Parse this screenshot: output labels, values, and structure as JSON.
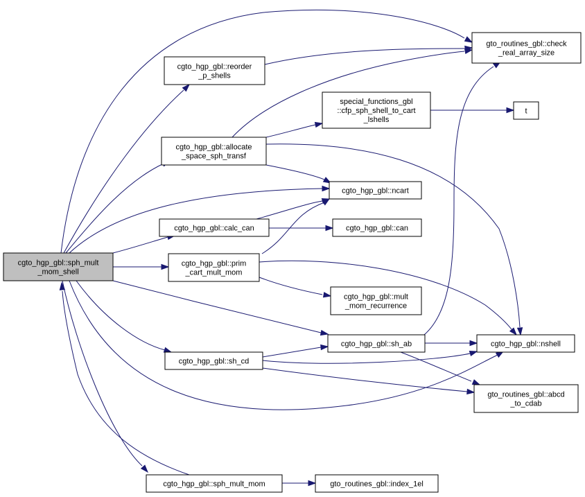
{
  "nodes": {
    "sph_mult_mom_shell": [
      "cgto_hgp_gbl::sph_mult",
      "_mom_shell"
    ],
    "reorder_p_shells": [
      "cgto_hgp_gbl::reorder",
      "_p_shells"
    ],
    "allocate_space": [
      "cgto_hgp_gbl::allocate",
      "_space_sph_transf"
    ],
    "calc_can": [
      "cgto_hgp_gbl::calc_can"
    ],
    "prim_cart_mult_mom": [
      "cgto_hgp_gbl::prim",
      "_cart_mult_mom"
    ],
    "sh_cd": [
      "cgto_hgp_gbl::sh_cd"
    ],
    "sph_mult_mom": [
      "cgto_hgp_gbl::sph_mult_mom"
    ],
    "check_real_array_size": [
      "gto_routines_gbl::check",
      "_real_array_size"
    ],
    "cfp_sph_shell": [
      "special_functions_gbl",
      "::cfp_sph_shell_to_cart",
      "_lshells"
    ],
    "t": [
      "t"
    ],
    "ncart": [
      "cgto_hgp_gbl::ncart"
    ],
    "can": [
      "cgto_hgp_gbl::can"
    ],
    "mult_mom_recurrence": [
      "cgto_hgp_gbl::mult",
      "_mom_recurrence"
    ],
    "sh_ab": [
      "cgto_hgp_gbl::sh_ab"
    ],
    "nshell": [
      "cgto_hgp_gbl::nshell"
    ],
    "abcd_to_cdab": [
      "gto_routines_gbl::abcd",
      "_to_cdab"
    ],
    "index_1el": [
      "gto_routines_gbl::index_1el"
    ]
  },
  "colors": {
    "edge": "#191970",
    "root_fill": "#bfbfbf",
    "node_fill": "#ffffff",
    "node_border": "#000000"
  }
}
